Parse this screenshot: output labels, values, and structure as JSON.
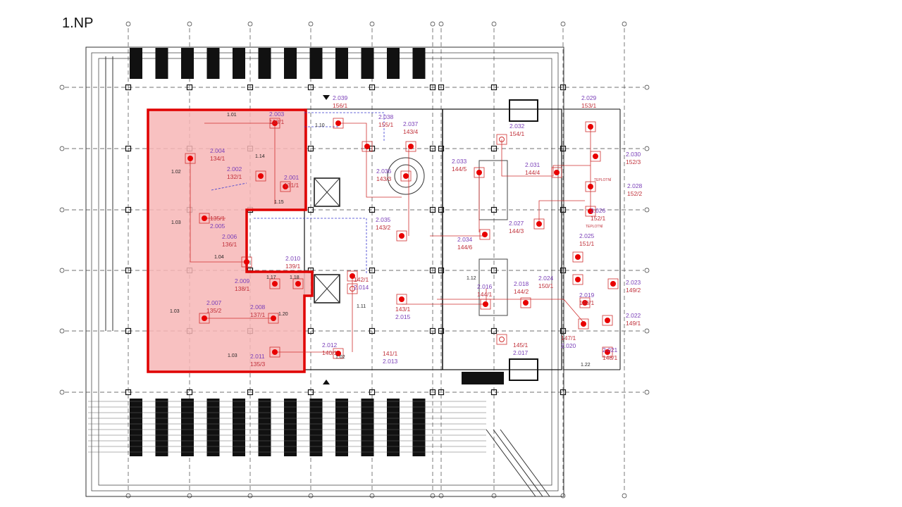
{
  "title": "1.NP",
  "colors": {
    "highlight_fill": "#f7b6b6",
    "highlight_border": "#e00000",
    "sensor": "#e80000",
    "label_purple": "#7a3fb8",
    "label_red": "#c0303a"
  },
  "room_numbers": [
    "1.01",
    "1.02",
    "1.03",
    "1.04",
    "1.03",
    "1.03",
    "1.14",
    "1.15",
    "1.10",
    "1.17",
    "1.18",
    "1.20",
    "1.11",
    "1.02",
    "1.12",
    "1.22"
  ],
  "annotations": [
    "TEPLOTNÍ",
    "TEPLOTNÍ"
  ],
  "labels": [
    {
      "id": "2.003",
      "code": "133/1"
    },
    {
      "id": "2.004",
      "code": "134/1"
    },
    {
      "id": "2.002",
      "code": "132/1"
    },
    {
      "id": "2.001",
      "code": "131/1"
    },
    {
      "id": "2.005",
      "code": "135/1"
    },
    {
      "id": "2.006",
      "code": "136/1"
    },
    {
      "id": "2.009",
      "code": "138/1"
    },
    {
      "id": "2.007",
      "code": "135/2"
    },
    {
      "id": "2.008",
      "code": "137/1"
    },
    {
      "id": "2.011",
      "code": "135/3"
    },
    {
      "id": "2.012",
      "code": "140/1"
    },
    {
      "id": "2.010",
      "code": "139/1"
    },
    {
      "id": "2.014",
      "code": "142/1"
    },
    {
      "id": "2.039",
      "code": "156/1"
    },
    {
      "id": "2.038",
      "code": "155/1"
    },
    {
      "id": "2.037",
      "code": "143/4"
    },
    {
      "id": "2.036",
      "code": "143/3"
    },
    {
      "id": "2.035",
      "code": "143/2"
    },
    {
      "id": "2.034",
      "code": "144/6"
    },
    {
      "id": "2.033",
      "code": "144/5"
    },
    {
      "id": "2.032",
      "code": "154/1"
    },
    {
      "id": "2.031",
      "code": "144/4"
    },
    {
      "id": "2.029",
      "code": "153/1"
    },
    {
      "id": "2.030",
      "code": "152/3"
    },
    {
      "id": "2.028",
      "code": "152/2"
    },
    {
      "id": "2.026",
      "code": "152/1"
    },
    {
      "id": "2.027",
      "code": "144/3"
    },
    {
      "id": "2.025",
      "code": "151/1"
    },
    {
      "id": "2.015",
      "code": "143/1"
    },
    {
      "id": "2.016",
      "code": "144/1"
    },
    {
      "id": "2.018",
      "code": "144/2"
    },
    {
      "id": "2.024",
      "code": "150/1"
    },
    {
      "id": "2.019",
      "code": "146/1"
    },
    {
      "id": "2.023",
      "code": "149/2"
    },
    {
      "id": "2.022",
      "code": "149/1"
    },
    {
      "id": "2.013",
      "code": "141/1"
    },
    {
      "id": "2.017",
      "code": "145/1"
    },
    {
      "id": "2.020",
      "code": "147/1"
    },
    {
      "id": "2.021",
      "code": "148/1"
    }
  ]
}
